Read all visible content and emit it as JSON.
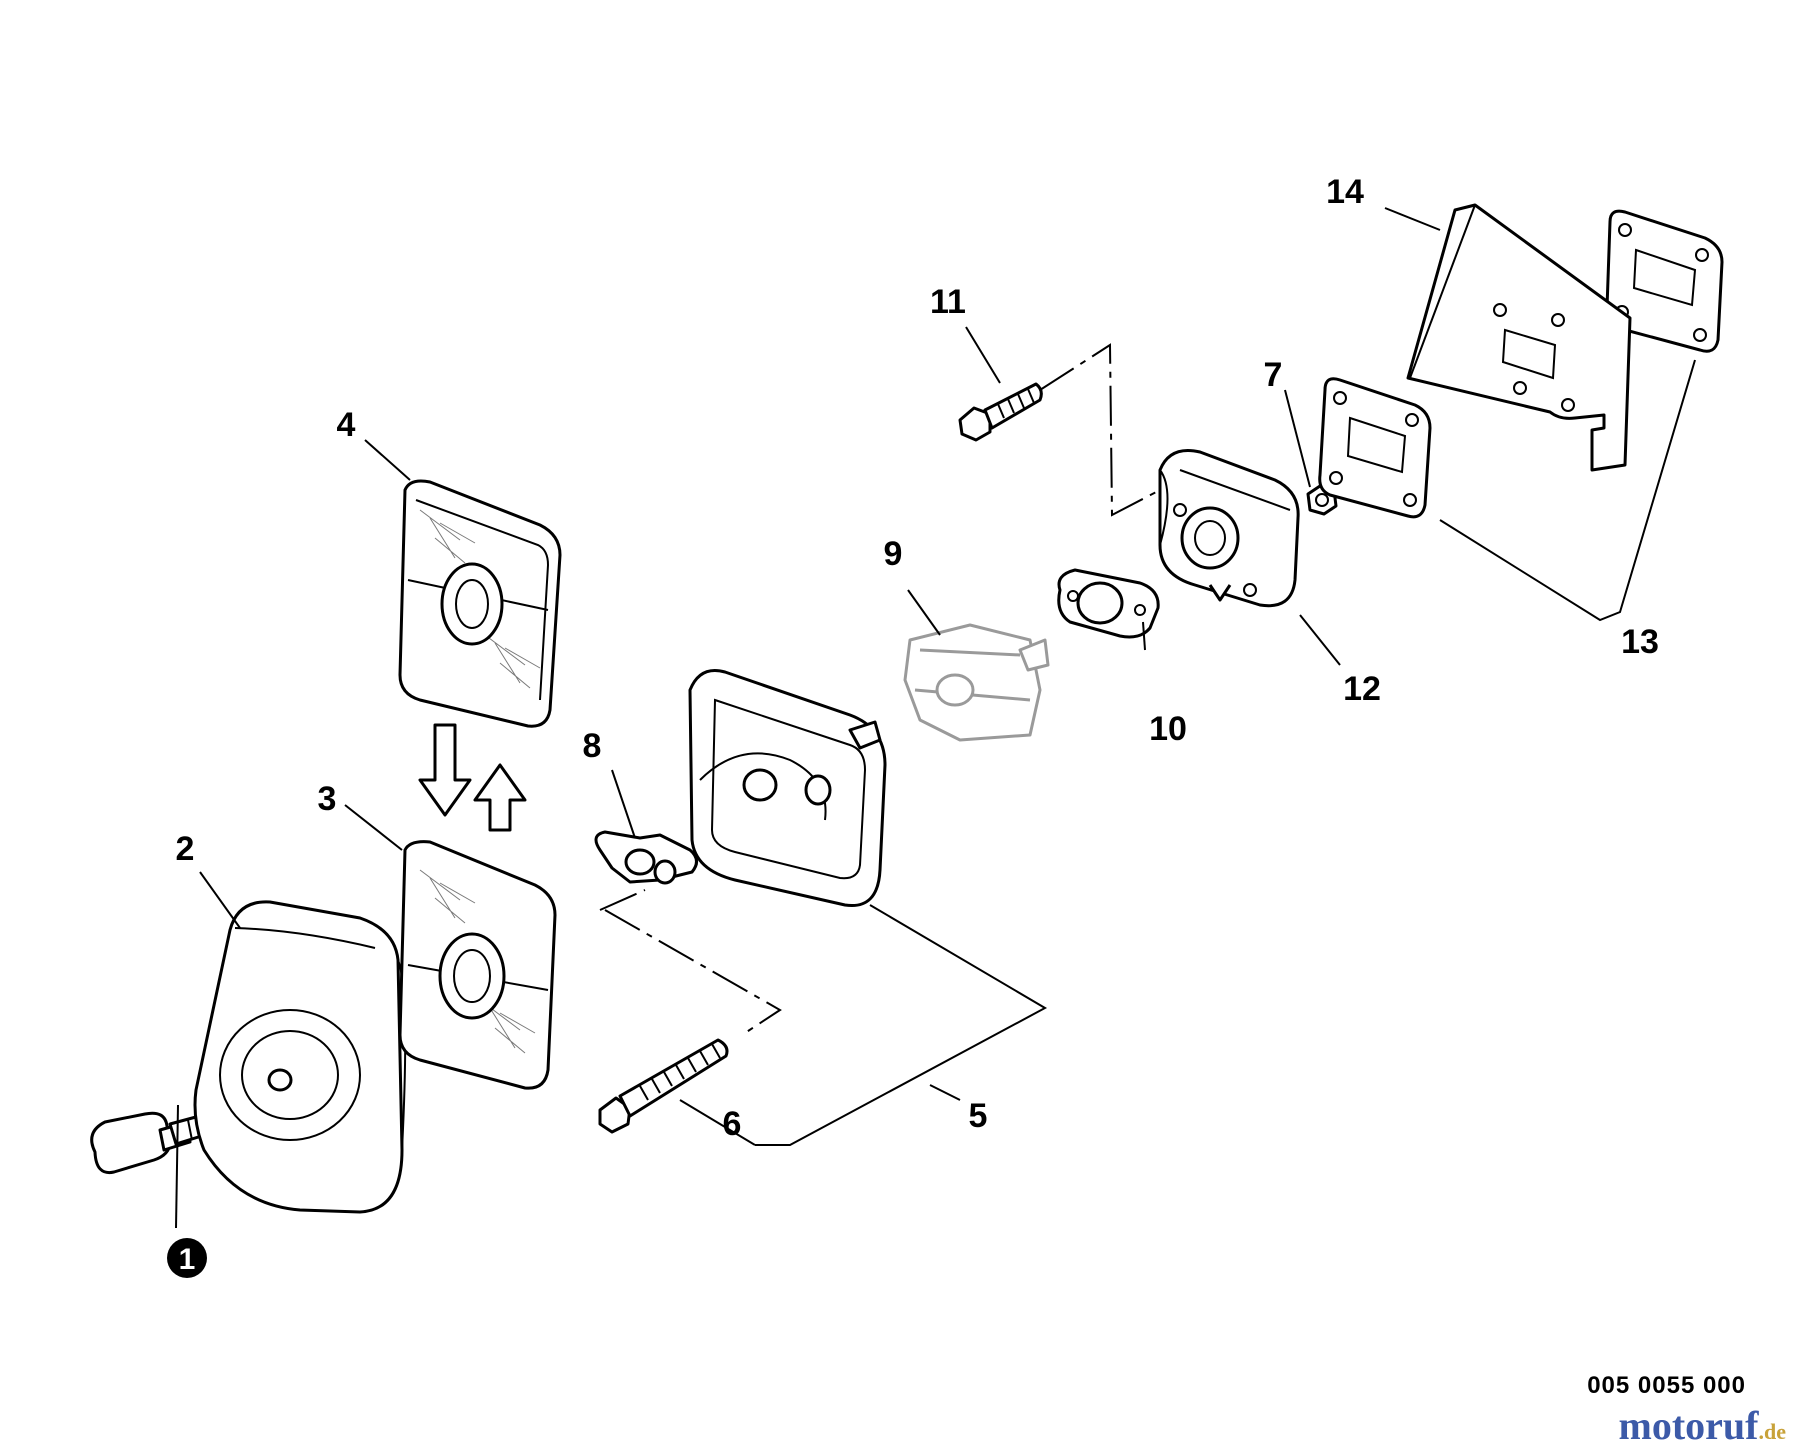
{
  "diagram": {
    "callouts": [
      "1",
      "2",
      "3",
      "4",
      "5",
      "6",
      "7",
      "8",
      "9",
      "10",
      "11",
      "12",
      "13",
      "14"
    ],
    "doc_number": "005 0055 000",
    "watermark": {
      "main": "motoruf",
      "suffix": ".de"
    },
    "colors": {
      "line": "#000000",
      "background": "#ffffff",
      "ghost_part": "#9a9a9a",
      "watermark": "#3c5aa8"
    }
  }
}
